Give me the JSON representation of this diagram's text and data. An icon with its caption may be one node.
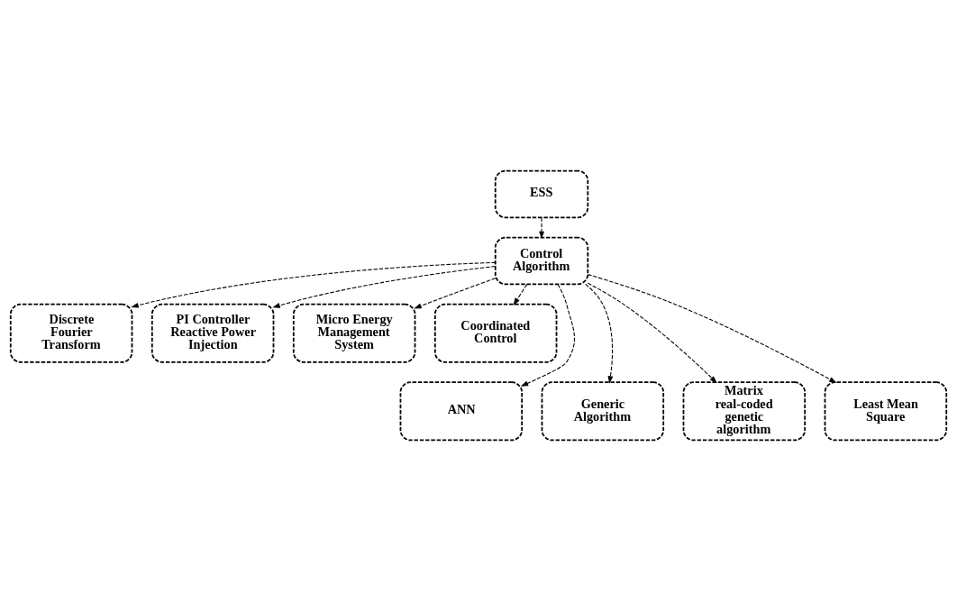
{
  "diagram": {
    "nodes": [
      {
        "text": [
          "ESS"
        ]
      },
      {
        "text": [
          "Control Algorithm"
        ]
      },
      {
        "text": [
          "Discrete Fourier Transform"
        ]
      },
      {
        "text": [
          "PI Controller Reactive Power Injection"
        ]
      },
      {
        "text": [
          "Micro Energy Management System"
        ]
      },
      {
        "text": [
          "Coordinated Control"
        ]
      },
      {
        "text": [
          "ANN"
        ]
      },
      {
        "text": [
          "Generic Algorithm"
        ]
      },
      {
        "text": [
          "Matrix real-coded genetic algorithm"
        ]
      },
      {
        "text": [
          "Least Mean Square"
        ]
      }
    ],
    "edges": [
      {
        "from": 0,
        "to": 1,
        "arrow": "to",
        "style": "dashed"
      },
      {
        "from": 1,
        "to": 2,
        "arrow": "to",
        "style": "dashed"
      },
      {
        "from": 1,
        "to": 3,
        "arrow": "to",
        "style": "dashed"
      },
      {
        "from": 1,
        "to": 4,
        "arrow": "to",
        "style": "dashed"
      },
      {
        "from": 1,
        "to": 5,
        "arrow": "to",
        "style": "dashed"
      },
      {
        "from": 1,
        "to": 6,
        "arrow": "to",
        "style": "dashed"
      },
      {
        "from": 1,
        "to": 7,
        "arrow": "to",
        "style": "dashed"
      },
      {
        "from": 1,
        "to": 8,
        "arrow": "to",
        "style": "dashed"
      },
      {
        "from": 1,
        "to": 9,
        "arrow": "to",
        "style": "dashed"
      }
    ]
  }
}
